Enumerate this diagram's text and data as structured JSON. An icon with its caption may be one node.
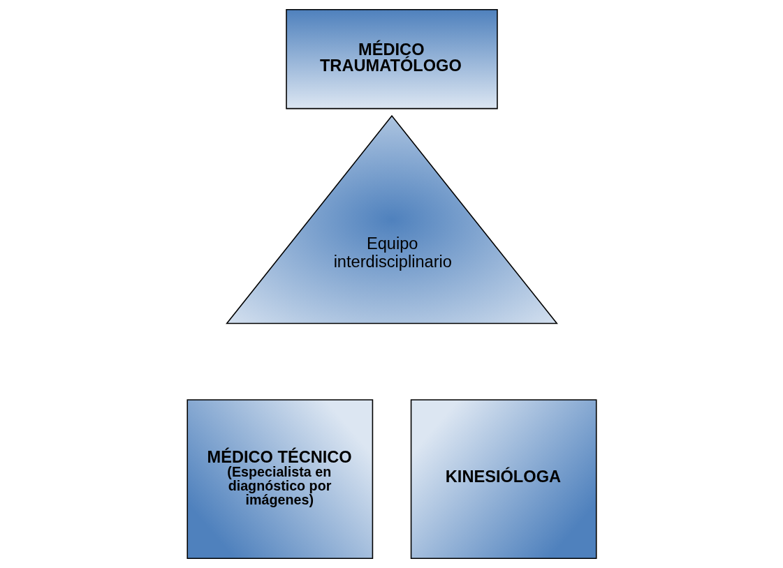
{
  "diagram": {
    "nodes": [
      {
        "text": [
          "MÉDICO TRAUMATÓLOGO"
        ]
      },
      {
        "text": [
          "Equipo interdisciplinario"
        ]
      },
      {
        "text": [
          "MÉDICO TÉCNICO",
          "(Especialista en diagnóstico por imágenes)"
        ]
      },
      {
        "text": [
          "KINESIÓLOGA"
        ]
      }
    ]
  }
}
